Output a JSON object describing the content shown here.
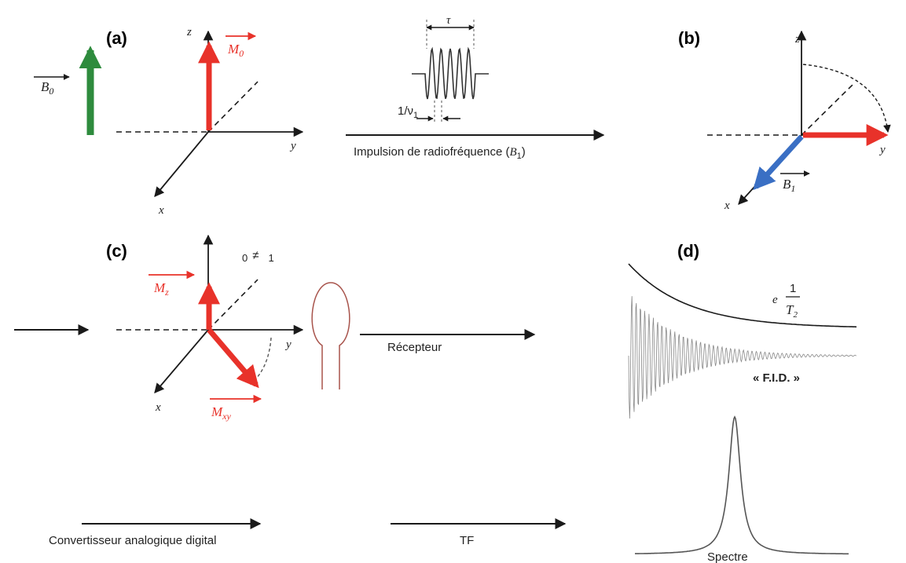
{
  "panels": {
    "a": "(a)",
    "b": "(b)",
    "c": "(c)",
    "d": "(d)"
  },
  "colors": {
    "accent_red": "#e8322a",
    "field_green": "#2e8b3d",
    "b1_blue": "#3a6fc4",
    "axis": "#1a1a1a",
    "text_red": "#e8322a"
  },
  "panel_a": {
    "b0_label": "B",
    "b0_sub": "0",
    "axis_z": "z",
    "axis_y": "y",
    "axis_x": "x",
    "m0_label": "M",
    "m0_sub": "0"
  },
  "pulse": {
    "tau": "τ",
    "period_label": "1/ν",
    "period_sub": "1",
    "caption_main": "Impulsion de radiofréquence (",
    "caption_b": "B",
    "caption_sub": "1",
    "caption_end": ")"
  },
  "panel_b": {
    "axis_z": "z",
    "axis_y": "y",
    "axis_x": "x",
    "b1_label": "B",
    "b1_sub": "1"
  },
  "panel_c": {
    "ineq_left": "0",
    "ineq_symbol": "≠",
    "ineq_right": "1",
    "axis_y": "y",
    "axis_x": "x",
    "mz_label": "M",
    "mz_sub": "z",
    "mxy_label": "M",
    "mxy_sub": "xy",
    "receiver_label": "Récepteur"
  },
  "panel_d": {
    "decay_e": "e",
    "decay_num": "1",
    "decay_den": "T",
    "decay_den_sub": "2",
    "fid_label": "« F.I.D. »",
    "spectrum_label": "Spectre"
  },
  "bottom": {
    "adc_label": "Convertisseur analogique digital",
    "tf_label": "TF"
  }
}
